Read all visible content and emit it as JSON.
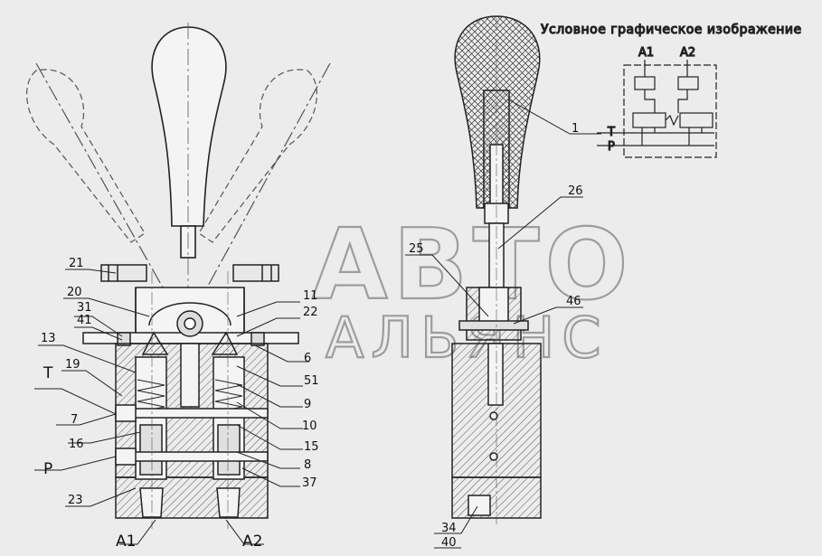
{
  "symbol": {
    "caption": "Условное графическое изображение",
    "ports": [
      "A1",
      "A2",
      "T",
      "P"
    ]
  },
  "watermark": {
    "line1": "АВТО",
    "line2": "АЛЬЯНС"
  },
  "callouts": {
    "c1": "1",
    "c6": "6",
    "c7": "7",
    "c8": "8",
    "c9": "9",
    "c10": "10",
    "c11": "11",
    "c13": "13",
    "c15": "15",
    "c16": "16",
    "c19": "19",
    "c20": "20",
    "c21": "21",
    "c22": "22",
    "c23": "23",
    "c25": "25",
    "c26": "26",
    "c31": "31",
    "c34": "34",
    "c37": "37",
    "c40": "40",
    "c41": "41",
    "c46": "46",
    "c51": "51"
  },
  "ports": {
    "T": "T",
    "P": "P",
    "A1": "A1",
    "A2": "A2"
  }
}
